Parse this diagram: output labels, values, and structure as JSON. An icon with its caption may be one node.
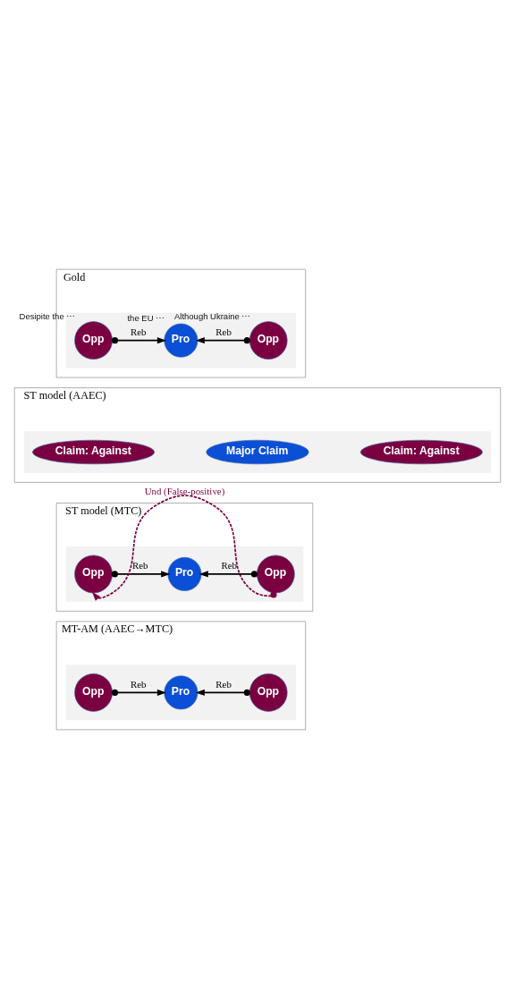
{
  "diagram": {
    "nodes": [
      {
        "text": [
          "Gold"
        ]
      },
      {
        "text": [],
        "shape": "box",
        "in": 0
      },
      {
        "text": [
          "Opp"
        ],
        "in": 1,
        "beside": [
          "Desipite the ⋯"
        ]
      },
      {
        "text": [
          "Pro"
        ],
        "in": 1,
        "beside": [
          "the EU ⋯"
        ]
      },
      {
        "text": [
          "Opp"
        ],
        "in": 1,
        "beside": [
          "Although Ukraine ⋯"
        ]
      },
      {
        "text": [
          "ST model (AAEC)"
        ]
      },
      {
        "text": [],
        "shape": "box",
        "in": 5
      },
      {
        "text": [
          "Claim: Against"
        ],
        "in": 6
      },
      {
        "text": [
          "Major Claim"
        ],
        "in": 6
      },
      {
        "text": [
          "Claim: Against"
        ],
        "in": 6
      },
      {
        "text": [
          "ST model (MTC)"
        ]
      },
      {
        "text": [],
        "shape": "box",
        "in": 10
      },
      {
        "text": [
          "Opp"
        ],
        "in": 11
      },
      {
        "text": [
          "Pro"
        ],
        "in": 11
      },
      {
        "text": [
          "Opp"
        ],
        "in": 11
      },
      {
        "text": [
          "MT-AM (AAEC→MTC)"
        ]
      },
      {
        "text": [],
        "shape": "box",
        "in": 15
      },
      {
        "text": [
          "Opp"
        ],
        "in": 16
      },
      {
        "text": [
          "Pro"
        ],
        "in": 16
      },
      {
        "text": [
          "Opp"
        ],
        "in": 16
      }
    ],
    "edges": [
      {
        "from": 2,
        "to": 3,
        "arrow": "to",
        "label": "Reb"
      },
      {
        "from": 4,
        "to": 3,
        "arrow": "to",
        "label": "Reb"
      },
      {
        "from": 12,
        "to": 13,
        "arrow": "to",
        "label": "Reb"
      },
      {
        "from": 14,
        "to": 13,
        "arrow": "to",
        "label": "Reb"
      },
      {
        "from": 14,
        "to": 12,
        "arrow": "to",
        "label": "Und (False-positive)",
        "style": "dashed",
        "color": "#7b0041"
      },
      {
        "from": 17,
        "to": 18,
        "arrow": "to",
        "label": "Reb"
      },
      {
        "from": 19,
        "to": 18,
        "arrow": "to",
        "label": "Reb"
      }
    ]
  }
}
